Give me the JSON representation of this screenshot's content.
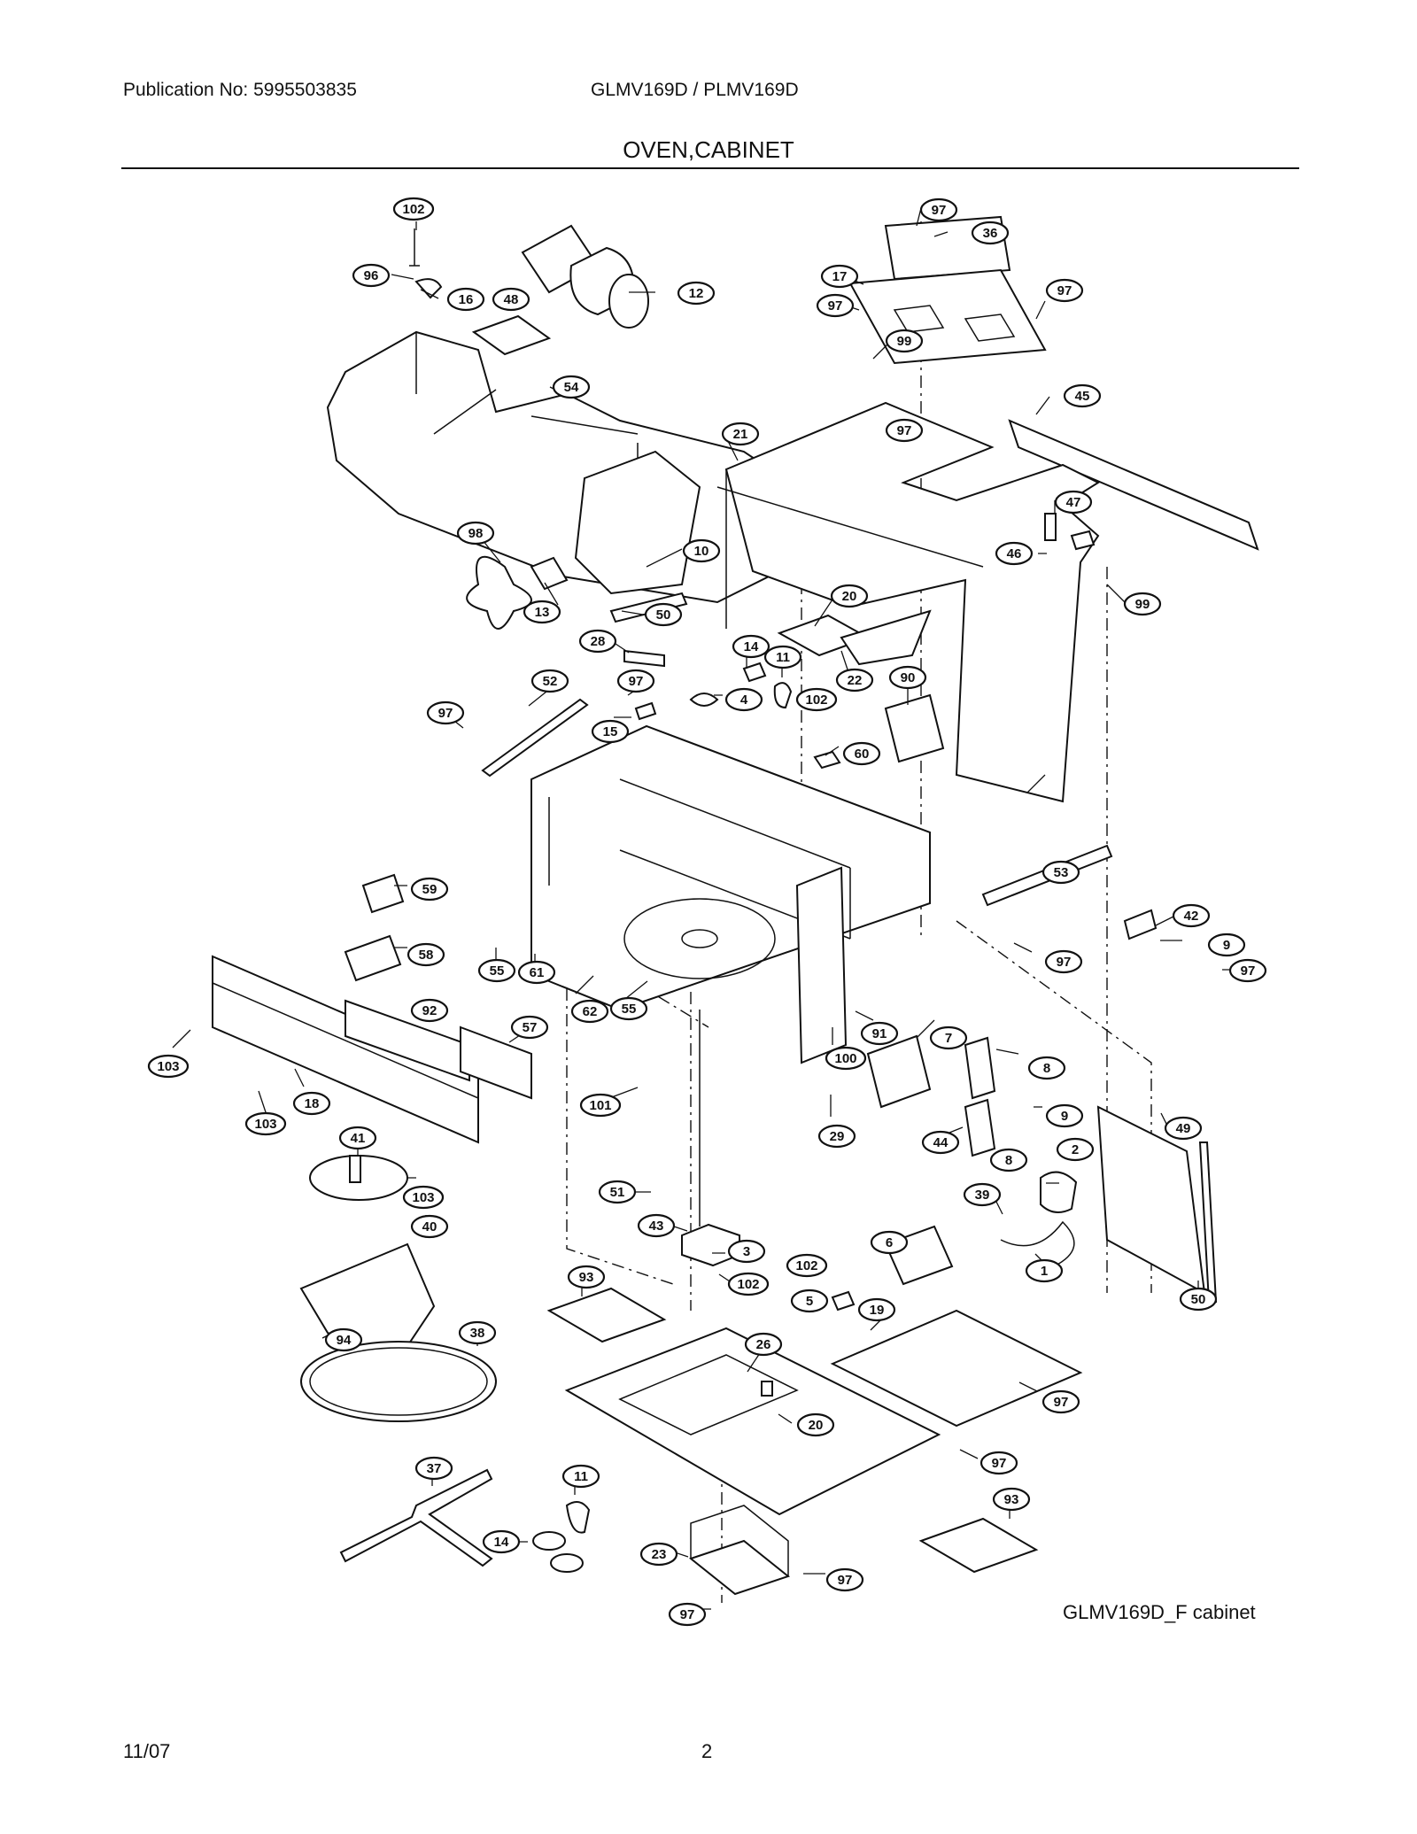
{
  "header": {
    "publication": "Publication No: 5995503835",
    "models": "GLMV169D / PLMV169D",
    "section_title": "OVEN,CABINET"
  },
  "diagram": {
    "caption": "GLMV169D_F cabinet",
    "callouts": [
      {
        "label": "102"
      },
      {
        "label": "96"
      },
      {
        "label": "16"
      },
      {
        "label": "48"
      },
      {
        "label": "12"
      },
      {
        "label": "97"
      },
      {
        "label": "36"
      },
      {
        "label": "17"
      },
      {
        "label": "97"
      },
      {
        "label": "54"
      },
      {
        "label": "99"
      },
      {
        "label": "97"
      },
      {
        "label": "45"
      },
      {
        "label": "21"
      },
      {
        "label": "97"
      },
      {
        "label": "47"
      },
      {
        "label": "46"
      },
      {
        "label": "98"
      },
      {
        "label": "10"
      },
      {
        "label": "13"
      },
      {
        "label": "50"
      },
      {
        "label": "20"
      },
      {
        "label": "99"
      },
      {
        "label": "28"
      },
      {
        "label": "14"
      },
      {
        "label": "11"
      },
      {
        "label": "22"
      },
      {
        "label": "90"
      },
      {
        "label": "52"
      },
      {
        "label": "97"
      },
      {
        "label": "4"
      },
      {
        "label": "102"
      },
      {
        "label": "97"
      },
      {
        "label": "15"
      },
      {
        "label": "60"
      },
      {
        "label": "53"
      },
      {
        "label": "59"
      },
      {
        "label": "42"
      },
      {
        "label": "9"
      },
      {
        "label": "58"
      },
      {
        "label": "55"
      },
      {
        "label": "61"
      },
      {
        "label": "97"
      },
      {
        "label": "97"
      },
      {
        "label": "92"
      },
      {
        "label": "62"
      },
      {
        "label": "57"
      },
      {
        "label": "55"
      },
      {
        "label": "91"
      },
      {
        "label": "7"
      },
      {
        "label": "103"
      },
      {
        "label": "100"
      },
      {
        "label": "8"
      },
      {
        "label": "18"
      },
      {
        "label": "101"
      },
      {
        "label": "103"
      },
      {
        "label": "29"
      },
      {
        "label": "9"
      },
      {
        "label": "44"
      },
      {
        "label": "49"
      },
      {
        "label": "41"
      },
      {
        "label": "8"
      },
      {
        "label": "2"
      },
      {
        "label": "103"
      },
      {
        "label": "51"
      },
      {
        "label": "39"
      },
      {
        "label": "43"
      },
      {
        "label": "3"
      },
      {
        "label": "6"
      },
      {
        "label": "40"
      },
      {
        "label": "1"
      },
      {
        "label": "102"
      },
      {
        "label": "93"
      },
      {
        "label": "102"
      },
      {
        "label": "5"
      },
      {
        "label": "19"
      },
      {
        "label": "50"
      },
      {
        "label": "94"
      },
      {
        "label": "38"
      },
      {
        "label": "26"
      },
      {
        "label": "97"
      },
      {
        "label": "20"
      },
      {
        "label": "97"
      },
      {
        "label": "37"
      },
      {
        "label": "11"
      },
      {
        "label": "93"
      },
      {
        "label": "14"
      },
      {
        "label": "23"
      },
      {
        "label": "97"
      },
      {
        "label": "97"
      }
    ]
  },
  "footer": {
    "date": "11/07",
    "page_number": "2"
  }
}
